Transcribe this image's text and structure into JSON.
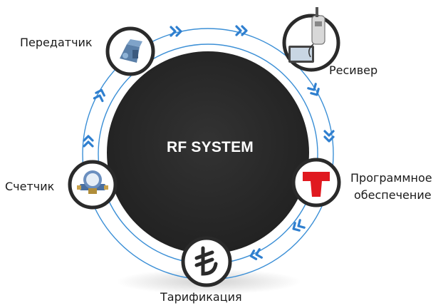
{
  "center": {
    "title": "RF SYSTEM"
  },
  "nodes": {
    "transmitter": {
      "label": "Передатчик",
      "icon": "transmitter-device-icon"
    },
    "receiver": {
      "label": "Ресивер",
      "icon": "receiver-device-icon"
    },
    "software": {
      "label_line1": "Программное",
      "label_line2": "обеспечение",
      "icon": "software-logo-icon"
    },
    "billing": {
      "label": "Тарификация",
      "icon": "lira-currency-icon"
    },
    "meter": {
      "label": "Счетчик",
      "icon": "water-meter-icon"
    }
  },
  "colors": {
    "center_disc": "#2b2b2b",
    "ring_blue": "#3b8fd6",
    "arrow_blue": "#2f7fcf",
    "node_border": "#2a2a2a",
    "software_red": "#e0191f"
  }
}
